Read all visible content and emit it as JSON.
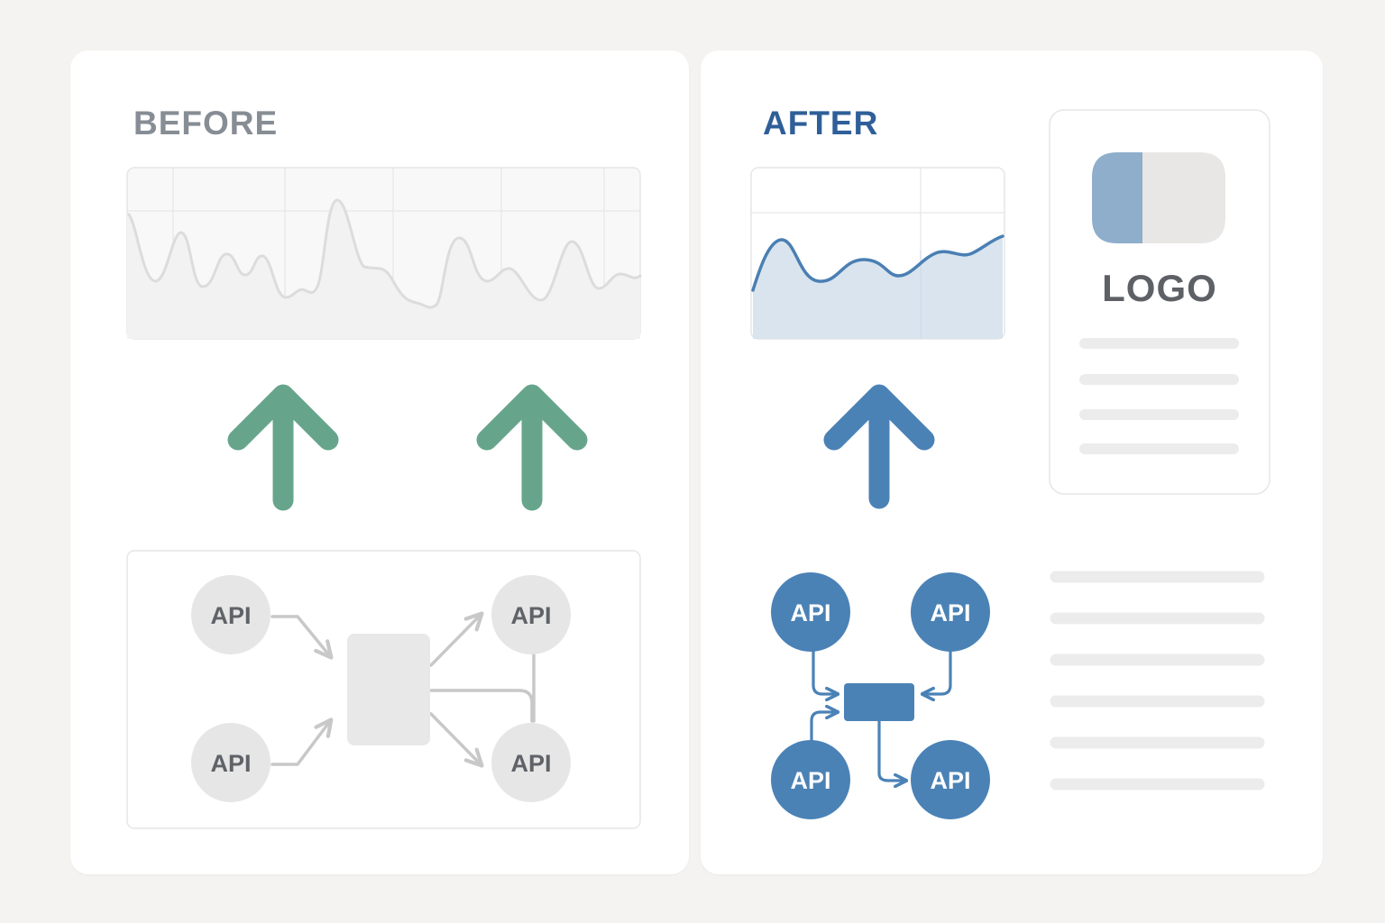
{
  "before": {
    "heading": "BEFORE",
    "api_labels": [
      "API",
      "API",
      "API",
      "API"
    ]
  },
  "after": {
    "heading": "AFTER",
    "api_labels": [
      "API",
      "API",
      "API",
      "API"
    ],
    "logo_text": "LOGO"
  },
  "colors": {
    "before_heading": "#878d94",
    "after_heading": "#2f5f98",
    "green_arrow": "#66a58b",
    "blue_accent": "#4a82b6",
    "gray_node": "#e6e6e6"
  },
  "icons": [
    "arrow-up-icon",
    "arrow-up-icon",
    "arrow-up-icon",
    "logo-icon"
  ]
}
